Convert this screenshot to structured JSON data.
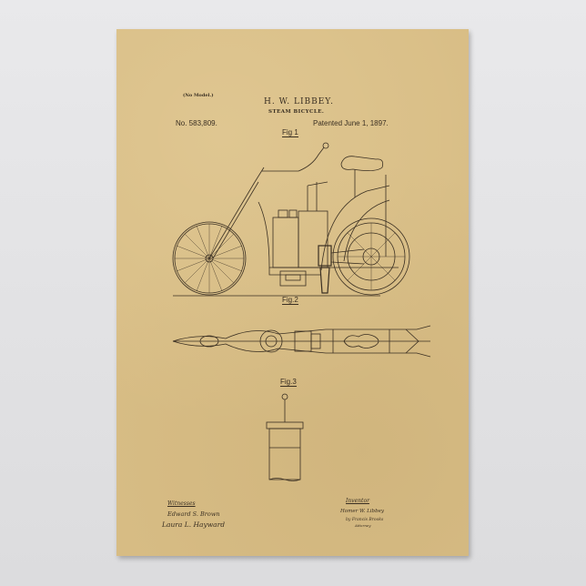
{
  "poster": {
    "background_color": "#d8bd85",
    "ink_color": "#3a2f22",
    "header": {
      "no_model": "(No Model.)",
      "inventor": "H. W. LIBBEY.",
      "subject": "STEAM BICYCLE.",
      "patent_number": "No. 583,809.",
      "patent_date": "Patented June 1, 1897."
    },
    "figures": [
      {
        "label": "Fig 1",
        "description": "side view of steam bicycle"
      },
      {
        "label": "Fig.2",
        "description": "top plan view"
      },
      {
        "label": "Fig.3",
        "description": "boiler detail"
      }
    ],
    "witnesses": {
      "heading": "Witnesses",
      "names": [
        "Edward S. Brown",
        "Laura L. Hayward"
      ]
    },
    "inventor_block": {
      "heading": "Inventor",
      "name": "Homer W. Libbey",
      "attorney_line": "by Francis Brooks",
      "attorney_title": "Attorney"
    }
  }
}
